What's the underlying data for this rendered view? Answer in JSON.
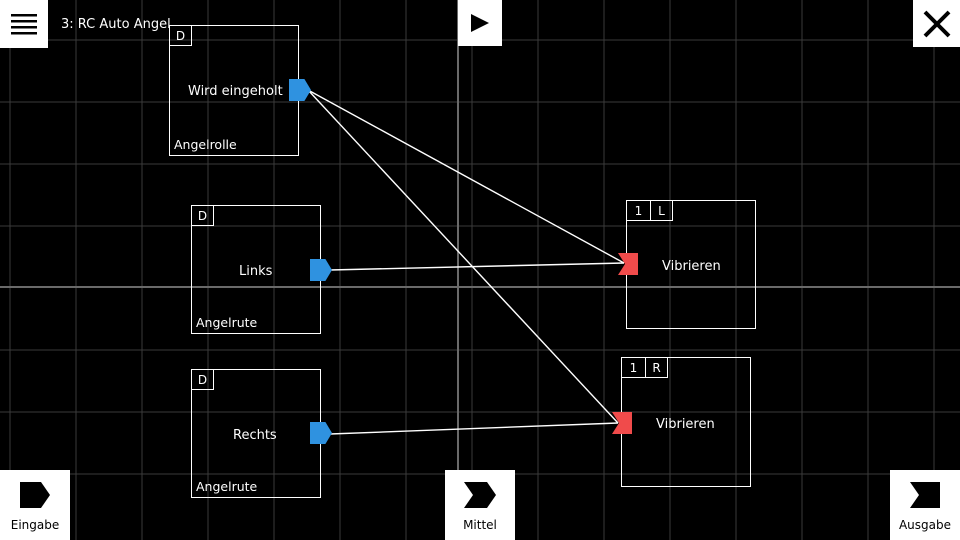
{
  "app": {
    "title": "3: RC Auto Angel"
  },
  "toolbar": {
    "menu_icon": "hamburger-menu-icon",
    "play_icon": "play-icon",
    "close_icon": "close-x-icon"
  },
  "nodes": [
    {
      "id": "input-1",
      "tag": "D",
      "label": "Wird eingeholt",
      "source": "Angelrolle"
    },
    {
      "id": "input-2",
      "tag": "D",
      "label": "Links",
      "source": "Angelrute"
    },
    {
      "id": "input-3",
      "tag": "D",
      "label": "Rechts",
      "source": "Angelrute"
    },
    {
      "id": "output-1",
      "tag_num": "1",
      "tag_side": "L",
      "label": "Vibrieren"
    },
    {
      "id": "output-2",
      "tag_num": "1",
      "tag_side": "R",
      "label": "Vibrieren"
    }
  ],
  "bottom_bar": {
    "input_label": "Eingabe",
    "middle_label": "Mittel",
    "output_label": "Ausgabe"
  },
  "colors": {
    "output_port": "#2f92e0",
    "input_port": "#f04b4b",
    "grid": "#3a3a3a"
  }
}
